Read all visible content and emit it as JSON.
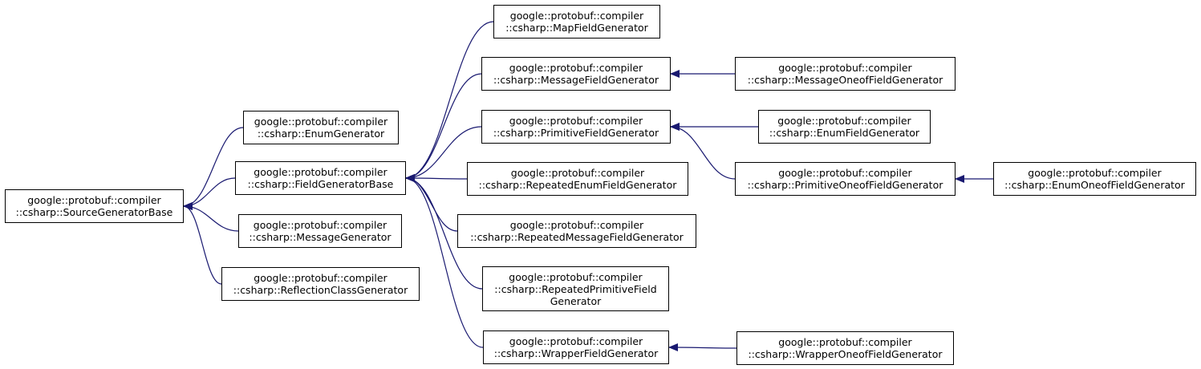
{
  "colors": {
    "edge": "#191970",
    "border": "#000000",
    "background": "#ffffff"
  },
  "nodes": {
    "source_generator_base": {
      "lines": [
        "google::protobuf::compiler",
        "::csharp::SourceGeneratorBase"
      ]
    },
    "enum_generator": {
      "lines": [
        "google::protobuf::compiler",
        "::csharp::EnumGenerator"
      ]
    },
    "field_generator_base": {
      "lines": [
        "google::protobuf::compiler",
        "::csharp::FieldGeneratorBase"
      ]
    },
    "message_generator": {
      "lines": [
        "google::protobuf::compiler",
        "::csharp::MessageGenerator"
      ]
    },
    "reflection_class_generator": {
      "lines": [
        "google::protobuf::compiler",
        "::csharp::ReflectionClassGenerator"
      ]
    },
    "map_field_generator": {
      "lines": [
        "google::protobuf::compiler",
        "::csharp::MapFieldGenerator"
      ]
    },
    "message_field_generator": {
      "lines": [
        "google::protobuf::compiler",
        "::csharp::MessageFieldGenerator"
      ]
    },
    "primitive_field_generator": {
      "lines": [
        "google::protobuf::compiler",
        "::csharp::PrimitiveFieldGenerator"
      ]
    },
    "repeated_enum_field_generator": {
      "lines": [
        "google::protobuf::compiler",
        "::csharp::RepeatedEnumFieldGenerator"
      ]
    },
    "repeated_message_field_generator": {
      "lines": [
        "google::protobuf::compiler",
        "::csharp::RepeatedMessageFieldGenerator"
      ]
    },
    "repeated_primitive_field_generator": {
      "lines": [
        "google::protobuf::compiler",
        "::csharp::RepeatedPrimitiveField",
        "Generator"
      ]
    },
    "wrapper_field_generator": {
      "lines": [
        "google::protobuf::compiler",
        "::csharp::WrapperFieldGenerator"
      ]
    },
    "message_oneof_field_generator": {
      "lines": [
        "google::protobuf::compiler",
        "::csharp::MessageOneofFieldGenerator"
      ]
    },
    "enum_field_generator": {
      "lines": [
        "google::protobuf::compiler",
        "::csharp::EnumFieldGenerator"
      ]
    },
    "primitive_oneof_field_generator": {
      "lines": [
        "google::protobuf::compiler",
        "::csharp::PrimitiveOneofFieldGenerator"
      ]
    },
    "wrapper_oneof_field_generator": {
      "lines": [
        "google::protobuf::compiler",
        "::csharp::WrapperOneofFieldGenerator"
      ]
    },
    "enum_oneof_field_generator": {
      "lines": [
        "google::protobuf::compiler",
        "::csharp::EnumOneofFieldGenerator"
      ]
    }
  },
  "edges": [
    {
      "child": "enum_generator",
      "parent": "source_generator_base"
    },
    {
      "child": "field_generator_base",
      "parent": "source_generator_base"
    },
    {
      "child": "message_generator",
      "parent": "source_generator_base"
    },
    {
      "child": "reflection_class_generator",
      "parent": "source_generator_base"
    },
    {
      "child": "map_field_generator",
      "parent": "field_generator_base"
    },
    {
      "child": "message_field_generator",
      "parent": "field_generator_base"
    },
    {
      "child": "primitive_field_generator",
      "parent": "field_generator_base"
    },
    {
      "child": "repeated_enum_field_generator",
      "parent": "field_generator_base"
    },
    {
      "child": "repeated_message_field_generator",
      "parent": "field_generator_base"
    },
    {
      "child": "repeated_primitive_field_generator",
      "parent": "field_generator_base"
    },
    {
      "child": "wrapper_field_generator",
      "parent": "field_generator_base"
    },
    {
      "child": "message_oneof_field_generator",
      "parent": "message_field_generator"
    },
    {
      "child": "enum_field_generator",
      "parent": "primitive_field_generator"
    },
    {
      "child": "primitive_oneof_field_generator",
      "parent": "primitive_field_generator"
    },
    {
      "child": "wrapper_oneof_field_generator",
      "parent": "wrapper_field_generator"
    },
    {
      "child": "enum_oneof_field_generator",
      "parent": "primitive_oneof_field_generator"
    }
  ]
}
